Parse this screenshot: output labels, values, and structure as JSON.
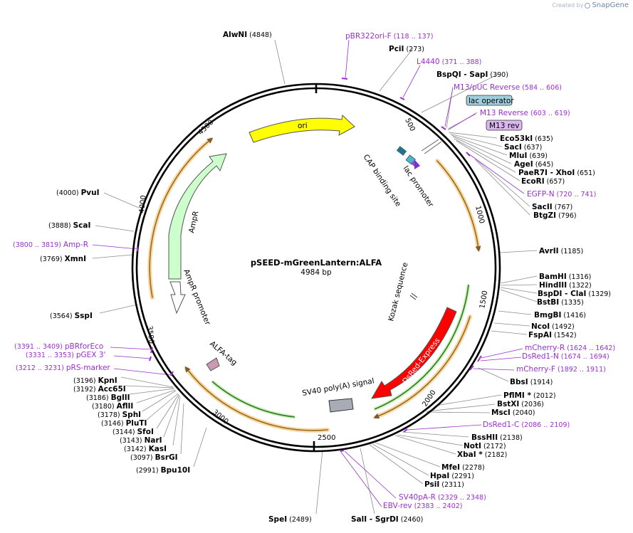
{
  "credit": {
    "prefix": "Created by",
    "brand": "SnapGene"
  },
  "map": {
    "name": "pSEED-mGreenLantern:ALFA",
    "length_label": "4984 bp",
    "ticks": [
      "500",
      "1000",
      "1500",
      "2000",
      "2500",
      "3000",
      "3500",
      "4000",
      "4500"
    ]
  },
  "enzymes": [
    {
      "name": "AlwNI",
      "pos": "(4848)"
    },
    {
      "name": "PciI",
      "pos": "(273)"
    },
    {
      "name": "BspQI",
      "sep": "- SapI",
      "pos": "(390)"
    },
    {
      "name": "Eco53kI",
      "pos": "(635)"
    },
    {
      "name": "SacI",
      "pos": "(637)"
    },
    {
      "name": "MluI",
      "pos": "(639)"
    },
    {
      "name": "AgeI",
      "pos": "(645)"
    },
    {
      "name": "PaeR7I",
      "sep": "- XhoI",
      "pos": "(651)"
    },
    {
      "name": "EcoRI",
      "pos": "(657)"
    },
    {
      "name": "SacII",
      "pos": "(767)"
    },
    {
      "name": "BtgZI",
      "pos": "(796)"
    },
    {
      "name": "AvrII",
      "pos": "(1185)"
    },
    {
      "name": "BamHI",
      "pos": "(1316)"
    },
    {
      "name": "HindIII",
      "pos": "(1322)"
    },
    {
      "name": "BspDI",
      "sep": "- ClaI",
      "pos": "(1329)"
    },
    {
      "name": "BstBI",
      "pos": "(1335)"
    },
    {
      "name": "BmgBI",
      "pos": "(1416)"
    },
    {
      "name": "NcoI",
      "pos": "(1492)"
    },
    {
      "name": "FspAI",
      "pos": "(1542)"
    },
    {
      "name": "BbsI",
      "pos": "(1914)"
    },
    {
      "name": "PflMI *",
      "pos": "(2012)"
    },
    {
      "name": "BstXI",
      "pos": "(2036)"
    },
    {
      "name": "MscI",
      "pos": "(2040)"
    },
    {
      "name": "BssHII",
      "pos": "(2138)"
    },
    {
      "name": "NotI",
      "pos": "(2172)"
    },
    {
      "name": "XbaI *",
      "pos": "(2182)"
    },
    {
      "name": "MfeI",
      "pos": "(2278)"
    },
    {
      "name": "HpaI",
      "pos": "(2291)"
    },
    {
      "name": "PsiI",
      "pos": "(2311)"
    },
    {
      "name": "SalI",
      "sep": "- SgrDI",
      "pos": "(2460)"
    },
    {
      "name": "SpeI",
      "pos": "(2489)"
    },
    {
      "name": "Bpu10I",
      "pos": "(2991)"
    },
    {
      "name": "BsrGI",
      "pos": "(3097)"
    },
    {
      "name": "KasI",
      "pos": "(3142)"
    },
    {
      "name": "NarI",
      "pos": "(3143)"
    },
    {
      "name": "SfoI",
      "pos": "(3144)"
    },
    {
      "name": "PluTI",
      "pos": "(3146)"
    },
    {
      "name": "SphI",
      "pos": "(3178)"
    },
    {
      "name": "AflII",
      "pos": "(3180)"
    },
    {
      "name": "BglII",
      "pos": "(3186)"
    },
    {
      "name": "Acc65I",
      "pos": "(3192)"
    },
    {
      "name": "KpnI",
      "pos": "(3196)"
    },
    {
      "name": "SspI",
      "pos": "(3564)"
    },
    {
      "name": "XmnI",
      "pos": "(3769)"
    },
    {
      "name": "ScaI",
      "pos": "(3888)"
    },
    {
      "name": "PvuI",
      "pos": "(4000)"
    }
  ],
  "primers": [
    {
      "name": "pBR322ori-F",
      "pos": "(118 .. 137)"
    },
    {
      "name": "L4440",
      "pos": "(371 .. 388)"
    },
    {
      "name": "M13/pUC Reverse",
      "pos": "(584 .. 606)"
    },
    {
      "name": "M13 Reverse",
      "pos": "(603 .. 619)"
    },
    {
      "name": "EGFP-N",
      "pos": "(720 .. 741)"
    },
    {
      "name": "mCherry-R",
      "pos": "(1624 .. 1642)"
    },
    {
      "name": "DsRed1-N",
      "pos": "(1674 .. 1694)"
    },
    {
      "name": "mCherry-F",
      "pos": "(1892 .. 1911)"
    },
    {
      "name": "DsRed1-C",
      "pos": "(2086 .. 2109)"
    },
    {
      "name": "SV40pA-R",
      "pos": "(2329 .. 2348)"
    },
    {
      "name": "EBV-rev",
      "pos": "(2383 .. 2402)"
    },
    {
      "name": "pBRforEco",
      "pos": "(3391 .. 3409)"
    },
    {
      "name": "pGEX 3'",
      "pos": "(3331 .. 3353)"
    },
    {
      "name": "pRS-marker",
      "pos": "(3212 .. 3231)"
    },
    {
      "name": "Amp-R",
      "pos": "(3800 .. 3819)"
    }
  ],
  "features": {
    "lac_operator": "lac operator",
    "m13_rev": "M13 rev",
    "ori": "ori",
    "ampr": "AmpR",
    "ampr_promoter": "AmpR promoter",
    "lac_promoter": "lac promoter",
    "cap_site": "CAP binding site",
    "kozak": "Kozak sequence",
    "dsred": "DsRed-Express",
    "sv40": "SV40 poly(A) signal",
    "alfa": "ALFA-tag"
  },
  "colors": {
    "ori": "#ffff00",
    "ampr": "#ccffcc",
    "dsred": "#ff0000",
    "alfa": "#cc99b2",
    "sv40": "#999999",
    "lac_operator": "#99ccdd",
    "m13_rev": "#ccaaee",
    "primer": "#9a2fd0",
    "orf_arc": "#f0a030",
    "green_arc": "#66bb44"
  }
}
